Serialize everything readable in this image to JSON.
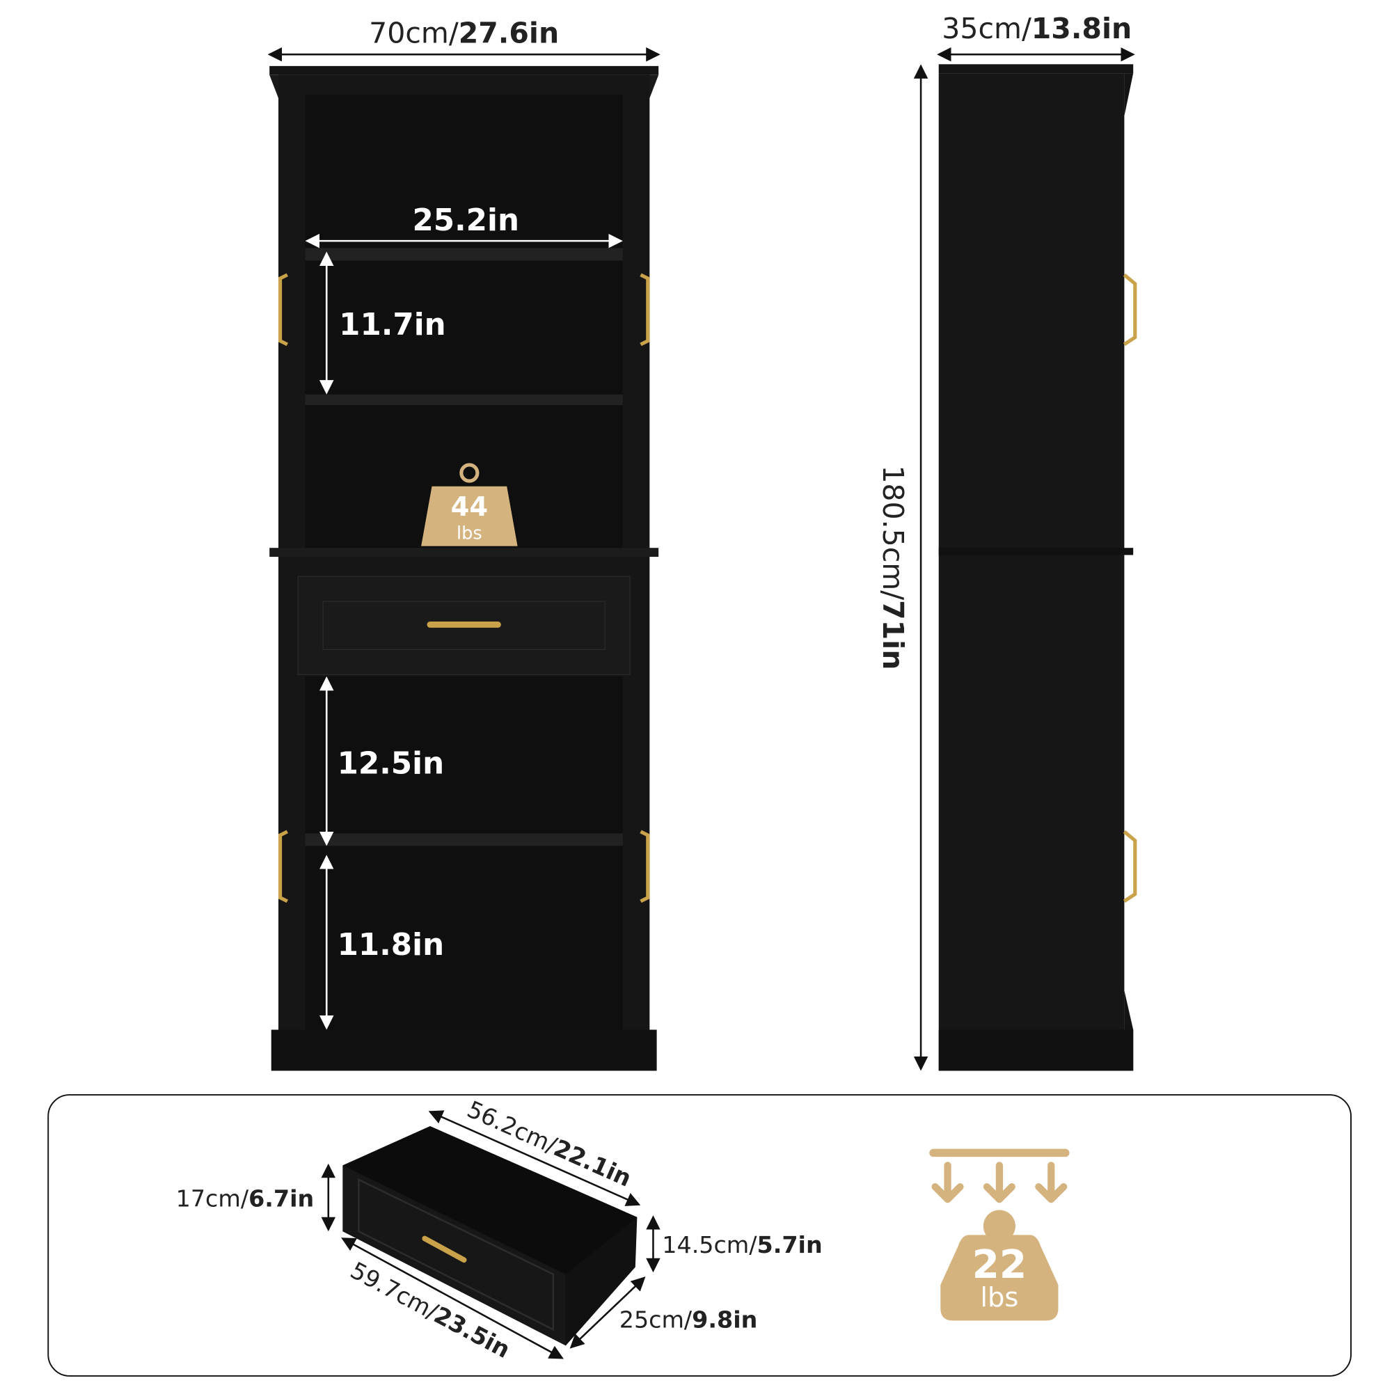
{
  "colors": {
    "cabinet": "#141414",
    "gold": "#d4b37f",
    "handle": "#c9a24a",
    "line": "#111111"
  },
  "front": {
    "width": {
      "cm": "70cm/",
      "in": "27.6in"
    },
    "inner_width": "25.2in",
    "shelf_heights": [
      "11.7in",
      "12.5in",
      "11.8in"
    ],
    "shelf_load": {
      "value": "44",
      "unit": "lbs"
    }
  },
  "side": {
    "depth": {
      "cm": "35cm/",
      "in": "13.8in"
    },
    "height": {
      "cm": "180.5cm/",
      "in": "71in"
    }
  },
  "drawer": {
    "inner_length": {
      "cm": "56.2cm/",
      "in": "22.1in"
    },
    "height": {
      "cm": "17cm/",
      "in": "6.7in"
    },
    "inner_height": {
      "cm": "14.5cm/",
      "in": "5.7in"
    },
    "length": {
      "cm": "59.7cm/",
      "in": "23.5in"
    },
    "depth": {
      "cm": "25cm/",
      "in": "9.8in"
    },
    "load": {
      "value": "22",
      "unit": "lbs"
    },
    "load_icon": "weight-with-down-arrows-icon"
  }
}
